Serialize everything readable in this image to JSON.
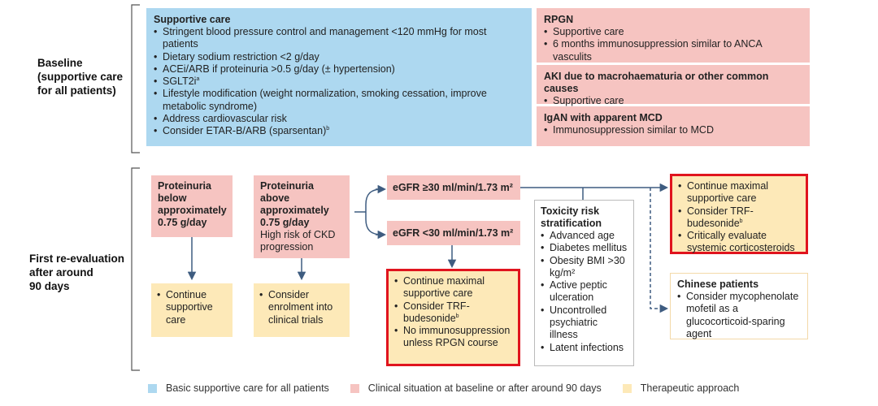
{
  "row_labels": {
    "baseline": [
      "Baseline",
      "(supportive care",
      "for all patients)"
    ],
    "reevaluation": [
      "First re-evaluation",
      "after around",
      "90 days"
    ]
  },
  "supportive_care": {
    "title": "Supportive care",
    "items": [
      "Stringent blood pressure control and management <120 mmHg for most patients",
      "Dietary sodium restriction <2 g/day",
      "ACEi/ARB if proteinuria >0.5 g/day (± hypertension)",
      "SGLT2i",
      "Lifestyle modification (weight normalization, smoking cessation, improve metabolic syndrome)",
      "Address cardiovascular risk",
      "Consider ETAR-B/ARB (sparsentan)"
    ],
    "sup_a": "a",
    "sup_b": "b"
  },
  "rpgn": {
    "title": "RPGN",
    "items": [
      "Supportive care",
      "6 months immunosuppression similar to ANCA vasculits"
    ]
  },
  "aki": {
    "title": "AKI due to macrohaematuria or other common causes",
    "items": [
      "Supportive care"
    ]
  },
  "igan_mcd": {
    "title": "IgAN with apparent MCD",
    "items": [
      "Immunosuppression similar to MCD"
    ]
  },
  "prot_below": {
    "lines": [
      "Proteinuria",
      "below",
      "approximately",
      "0.75 g/day"
    ]
  },
  "prot_above": {
    "bold_lines": [
      "Proteinuria above",
      "approximately",
      "0.75 g/day"
    ],
    "normal_lines": [
      "High risk of CKD",
      "progression"
    ]
  },
  "egfr_high": {
    "text": "eGFR ≥30 ml/min/1.73 m²"
  },
  "egfr_low": {
    "text": "eGFR <30 ml/min/1.73 m²"
  },
  "continue_supportive": {
    "items": [
      "Continue supportive care"
    ]
  },
  "enrolment": {
    "items": [
      "Consider enrolment into clinical trials"
    ]
  },
  "low_egfr_approach": {
    "items": [
      "Continue maximal supportive care",
      "Consider TRF-budesonide",
      "No immunosuppression unless RPGN course"
    ],
    "sup": "b"
  },
  "toxicity": {
    "title": "Toxicity risk stratification",
    "items": [
      "Advanced age",
      "Diabetes mellitus",
      "Obesity BMI >30 kg/m²",
      "Active peptic ulceration",
      "Uncontrolled psychiatric illness",
      "Latent infections"
    ]
  },
  "high_egfr_approach": {
    "items": [
      "Continue maximal supportive care",
      "Consider TRF-budesonide",
      "Critically evaluate systemic corticosteroids"
    ],
    "sup": "b"
  },
  "chinese": {
    "title": "Chinese patients",
    "items": [
      "Consider mycophenolate mofetil as a glucocorticoid-sparing agent"
    ]
  },
  "legend": [
    {
      "label": "Basic supportive care for all patients",
      "color": "#add8f0"
    },
    {
      "label": "Clinical situation at baseline or after around 90 days",
      "color": "#f6c4c1"
    },
    {
      "label": "Therapeutic approach",
      "color": "#fde9b8"
    }
  ],
  "colors": {
    "arrow": "#3e5c80",
    "highlight_border": "#e0141e"
  }
}
